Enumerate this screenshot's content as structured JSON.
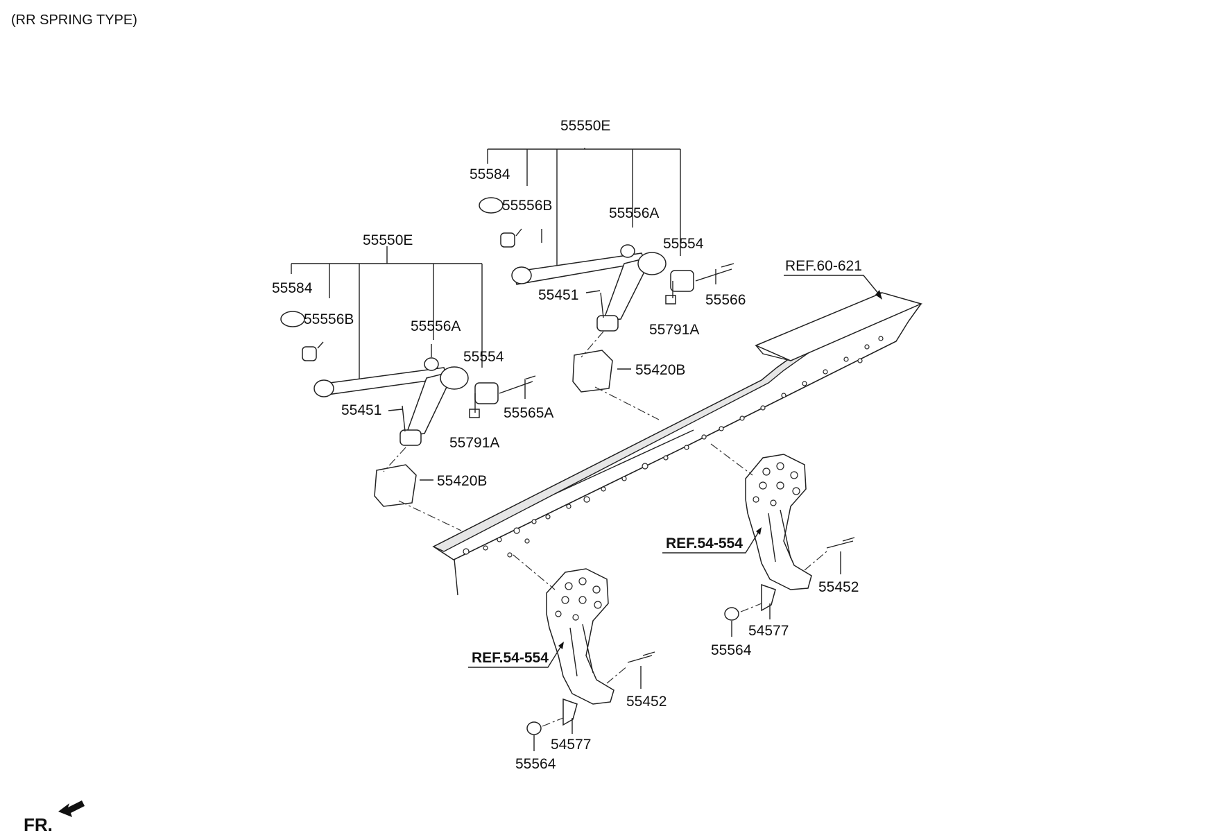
{
  "header": {
    "title": "(RR SPRING TYPE)"
  },
  "front_marker": {
    "label": "FR.",
    "icon": "front-arrow-icon"
  },
  "upper_arm_assembly": {
    "assy": "55550E",
    "rubber_cap": "55584",
    "bush_b": "55556B",
    "bush_a": "55556A",
    "bush": "55554",
    "bolt": "55566",
    "nut": "55791A",
    "stud_bolt": "55451",
    "bracket": "55420B"
  },
  "lower_arm_assembly": {
    "assy": "55550E",
    "rubber_cap": "55584",
    "bush_b": "55556B",
    "bush_a": "55556A",
    "bush": "55554",
    "bolt": "55565A",
    "nut": "55791A",
    "stud_bolt": "55451",
    "bracket": "55420B"
  },
  "frame": {
    "ref": "REF.60-621"
  },
  "right_hanger": {
    "ref": "REF.54-554",
    "bolt": "55452",
    "plate": "54577",
    "nut": "55564"
  },
  "left_hanger": {
    "ref": "REF.54-554",
    "bolt": "55452",
    "plate": "54577",
    "nut": "55564"
  }
}
